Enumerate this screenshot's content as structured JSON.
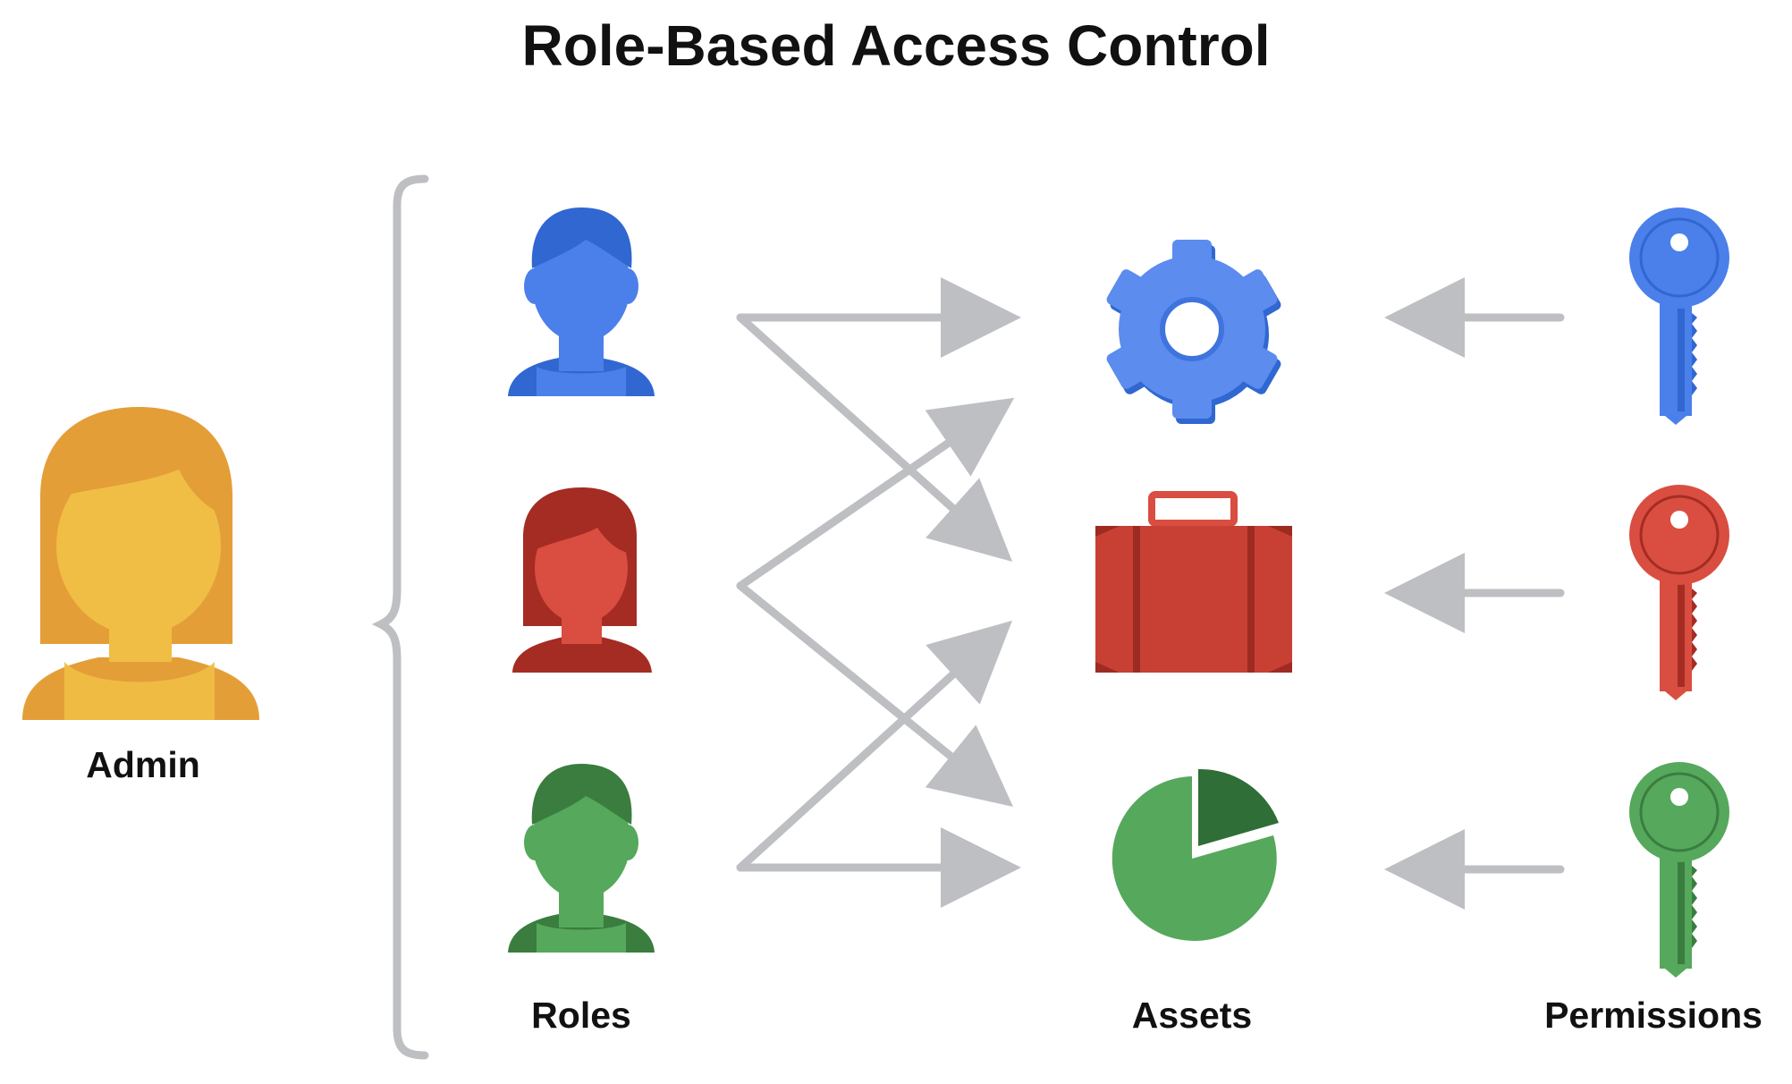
{
  "title": "Role-Based Access Control",
  "labels": {
    "admin": "Admin",
    "roles": "Roles",
    "assets": "Assets",
    "permissions": "Permissions"
  },
  "colors": {
    "admin_hair": "#E49E38",
    "admin_skin": "#F0BE45",
    "blue": "#4B7FEA",
    "blue_dark": "#3067D1",
    "red": "#D94E41",
    "red_dark": "#A42C23",
    "green": "#56A85C",
    "green_dark": "#3A7D3F",
    "arrow": "#BDBFC3",
    "bracket": "#BDBFC3",
    "briefcase": "#C84033",
    "briefcase_dark": "#9E2B22"
  },
  "icons": {
    "admin": "person-female-icon",
    "roles": [
      "person-male-icon",
      "person-female-icon",
      "person-male-icon"
    ],
    "assets": [
      "gear-icon",
      "briefcase-icon",
      "pie-chart-icon"
    ],
    "permissions": [
      "key-icon",
      "key-icon",
      "key-icon"
    ]
  },
  "edges": [
    {
      "from": "role-1",
      "to": "asset-gear"
    },
    {
      "from": "role-1",
      "to": "asset-briefcase"
    },
    {
      "from": "role-2",
      "to": "asset-gear"
    },
    {
      "from": "role-2",
      "to": "asset-pie"
    },
    {
      "from": "role-3",
      "to": "asset-briefcase"
    },
    {
      "from": "role-3",
      "to": "asset-pie"
    },
    {
      "from": "permission-1",
      "to": "asset-gear"
    },
    {
      "from": "permission-2",
      "to": "asset-briefcase"
    },
    {
      "from": "permission-3",
      "to": "asset-pie"
    }
  ]
}
